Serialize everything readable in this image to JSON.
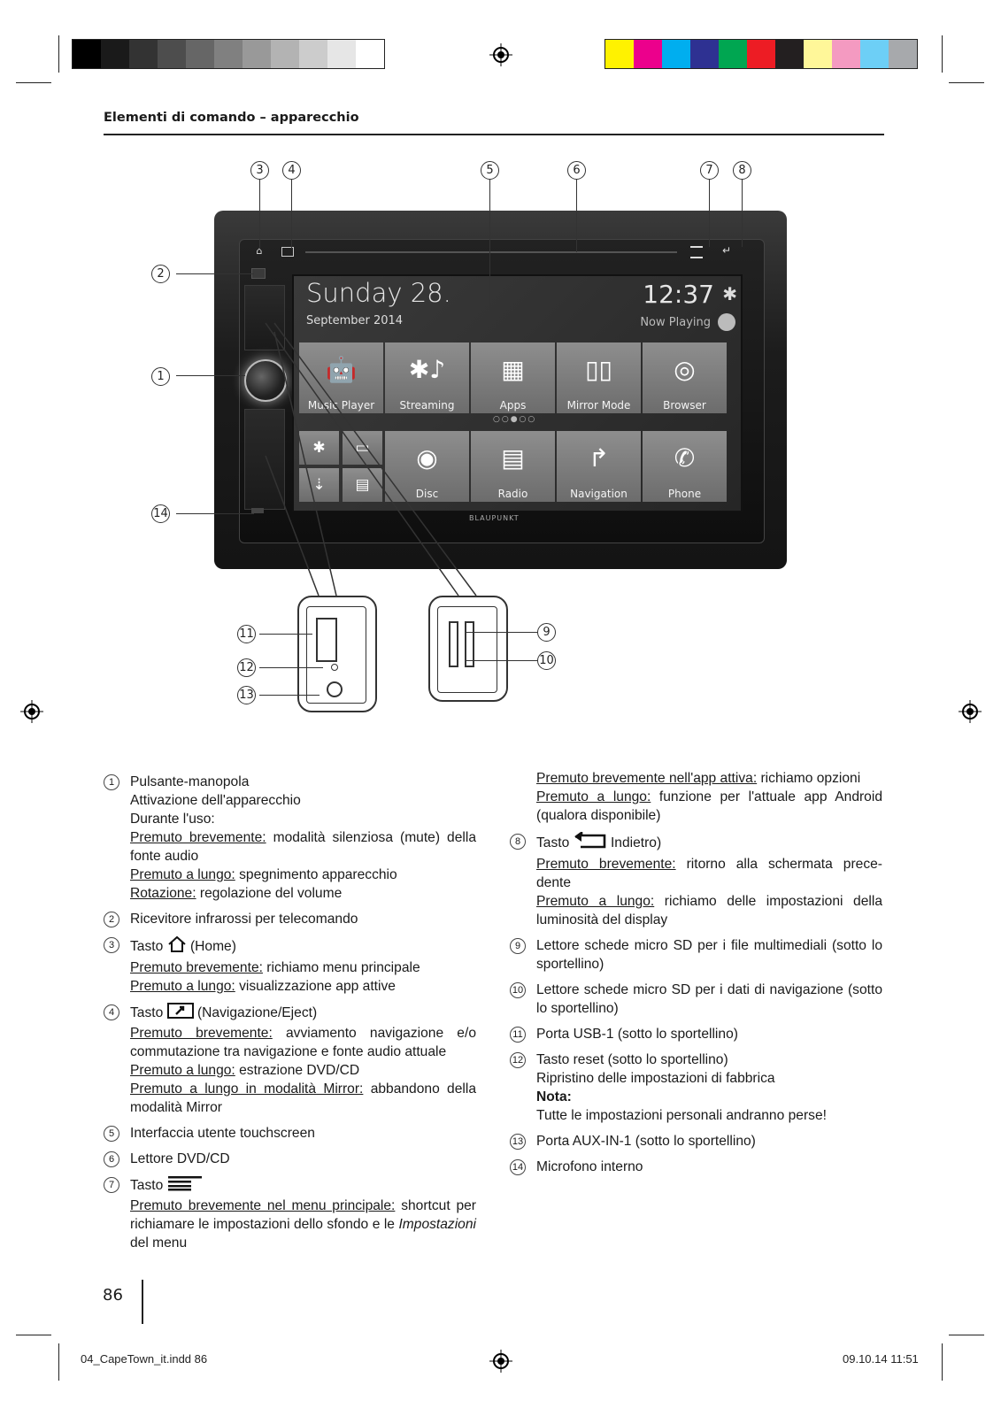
{
  "print_marks": {
    "gray_swatches": [
      "#000000",
      "#1a1a1a",
      "#333333",
      "#4d4d4d",
      "#666666",
      "#808080",
      "#999999",
      "#b3b3b3",
      "#cccccc",
      "#e6e6e6",
      "#ffffff"
    ],
    "color_swatches": [
      "#fff200",
      "#ec008c",
      "#00aeef",
      "#2e3192",
      "#00a651",
      "#ed1c24",
      "#231f20",
      "#fff799",
      "#f49ac1",
      "#6dcff6",
      "#a7a9ac"
    ]
  },
  "header": {
    "title": "Elementi di comando – apparecchio"
  },
  "figure": {
    "callouts": [
      "1",
      "2",
      "3",
      "4",
      "5",
      "6",
      "7",
      "8",
      "9",
      "10",
      "11",
      "12",
      "13",
      "14"
    ],
    "screen": {
      "day": "Sunday 28.",
      "date": "September 2014",
      "clock": "12:37",
      "now_playing": "Now Playing",
      "tiles_row1": [
        {
          "icon": "android-icon",
          "label": "Music Player"
        },
        {
          "icon": "bluetooth-music-icon",
          "label": "Streaming"
        },
        {
          "icon": "apps-icon",
          "label": "Apps"
        },
        {
          "icon": "mirror-icon",
          "label": "Mirror Mode"
        },
        {
          "icon": "globe-icon",
          "label": "Browser"
        }
      ],
      "tiles_row2": [
        {
          "icon": "disc-icon",
          "label": "Disc"
        },
        {
          "icon": "radio-icon",
          "label": "Radio"
        },
        {
          "icon": "navigation-arrow-icon",
          "label": "Navigation"
        },
        {
          "icon": "phone-icon",
          "label": "Phone"
        }
      ],
      "page_dots": "○○●○○",
      "brand": "BLAUPUNKT"
    }
  },
  "left_column": [
    {
      "num": "1",
      "lines": [
        {
          "text": "Pulsante-manopola"
        },
        {
          "text": "Attivazione dell'apparecchio"
        },
        {
          "text": "Durante l'uso:"
        },
        {
          "u": "Premuto brevemente:",
          "text": " modalità silenziosa (mute) della fonte audio"
        },
        {
          "u": "Premuto a lungo:",
          "text": " spegnimento apparecchio"
        },
        {
          "u": "Rotazione:",
          "text": " regolazione del volume"
        }
      ]
    },
    {
      "num": "2",
      "lines": [
        {
          "text": "Ricevitore infrarossi per telecomando"
        }
      ]
    },
    {
      "num": "3",
      "head_pre": "Tasto ",
      "head_post": " (Home)",
      "head_icon": "home-icon",
      "lines": [
        {
          "u": "Premuto brevemente:",
          "text": " richiamo menu principale"
        },
        {
          "u": "Premuto a lungo:",
          "text": " visualizzazione app attive"
        }
      ]
    },
    {
      "num": "4",
      "head_pre": "Tasto ",
      "head_post": " (Navigazione/Eject)",
      "head_icon": "nav-eject-icon",
      "lines": [
        {
          "u": "Premuto brevemente:",
          "text": " avviamento navigazione e/o commutazione tra navigazione e fonte audio attuale"
        },
        {
          "u": "Premuto a lungo:",
          "text": " estrazione DVD/CD"
        },
        {
          "u": "Premuto a lungo in modalità Mirror:",
          "text": " abbandono della modalità Mirror"
        }
      ]
    },
    {
      "num": "5",
      "lines": [
        {
          "text": "Interfaccia utente touchscreen"
        }
      ]
    },
    {
      "num": "6",
      "lines": [
        {
          "text": "Lettore DVD/CD"
        }
      ]
    },
    {
      "num": "7",
      "head_pre": "Tasto ",
      "head_post": "",
      "head_icon": "menu-icon",
      "lines": [
        {
          "u": "Premuto brevemente nel menu principale:",
          "text": " shortcut per richiamare le impostazioni dello sfondo e le ",
          "it": "Impostazioni",
          "text2": " del menu"
        }
      ]
    }
  ],
  "right_column": [
    {
      "num": "",
      "lines": [
        {
          "u": "Premuto brevemente nell'app attiva:",
          "text": " richiamo opzioni"
        },
        {
          "u": "Premuto a lungo:",
          "text": " funzione per l'attuale app Android (qualora disponibile)"
        }
      ]
    },
    {
      "num": "8",
      "head_pre": "Tasto ",
      "head_post": " Indietro)",
      "head_icon": "back-icon",
      "lines": [
        {
          "u": "Premuto brevemente:",
          "text": " ritorno alla schermata prece-dente"
        },
        {
          "u": "Premuto a lungo:",
          "text": " richiamo delle impostazioni della luminosità del display"
        }
      ]
    },
    {
      "num": "9",
      "lines": [
        {
          "text": "Lettore schede micro SD per i file multimediali (sotto lo sportellino)"
        }
      ]
    },
    {
      "num": "10",
      "lines": [
        {
          "text": "Lettore schede micro SD per i dati di navigazione (sotto lo sportellino)"
        }
      ]
    },
    {
      "num": "11",
      "lines": [
        {
          "text": "Porta USB-1 (sotto lo sportellino)"
        }
      ]
    },
    {
      "num": "12",
      "lines": [
        {
          "text": "Tasto reset (sotto lo sportellino)"
        },
        {
          "text": "Ripristino delle impostazioni di fabbrica"
        },
        {
          "bold": "Nota:"
        },
        {
          "text": "Tutte le impostazioni personali andranno perse!"
        }
      ]
    },
    {
      "num": "13",
      "lines": [
        {
          "text": "Porta AUX-IN-1 (sotto lo sportellino)"
        }
      ]
    },
    {
      "num": "14",
      "lines": [
        {
          "text": "Microfono interno"
        }
      ]
    }
  ],
  "footer": {
    "page_number": "86",
    "file": "04_CapeTown_it.indd   86",
    "stamp": "09.10.14   11:51"
  }
}
